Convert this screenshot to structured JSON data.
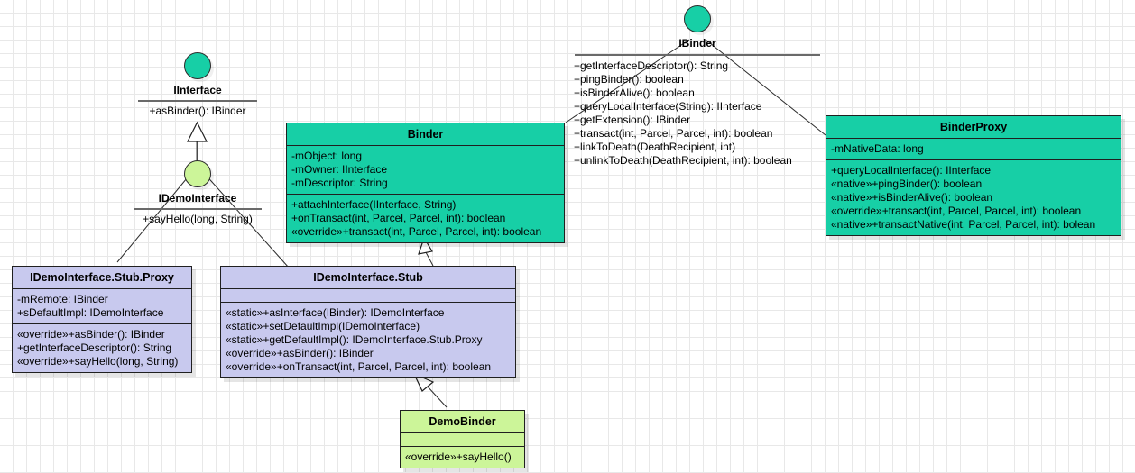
{
  "diagram": {
    "type": "uml-class-diagram",
    "title": "Android Binder IPC class diagram",
    "colors": {
      "teal_fill": "#17CFA6",
      "lavender_fill": "#C8C9EE",
      "green_fill": "#CCF599",
      "border": "#202020",
      "grid": "#e8e8e8",
      "background": "#ffffff",
      "rule": "#6a6a6a"
    }
  },
  "interfaces": [
    {
      "id": "IInterface",
      "name": "IInterface",
      "ball_color": "#17CFA6",
      "operations": [
        "+asBinder(): IBinder"
      ]
    },
    {
      "id": "IDemoInterface",
      "name": "IDemoInterface",
      "ball_color": "#CCF599",
      "operations": [
        "+sayHello(long, String)"
      ]
    },
    {
      "id": "IBinder",
      "name": "IBinder",
      "ball_color": "#17CFA6",
      "operations": [
        "+getInterfaceDescriptor(): String",
        "+pingBinder(): boolean",
        "+isBinderAlive(): boolean",
        "+queryLocalInterface(String): IInterface",
        "+getExtension(): IBinder",
        "+transact(int, Parcel, Parcel, int): boolean",
        "+linkToDeath(DeathRecipient, int)",
        "+unlinkToDeath(DeathRecipient, int): boolean"
      ]
    }
  ],
  "classes": [
    {
      "id": "Binder",
      "name": "Binder",
      "fill": "teal",
      "attributes": [
        "-mObject: long",
        "-mOwner: IInterface",
        "-mDescriptor: String"
      ],
      "operations": [
        "+attachInterface(IInterface, String)",
        "+onTransact(int, Parcel, Parcel, int): boolean",
        "«override»+transact(int, Parcel, Parcel, int): boolean"
      ]
    },
    {
      "id": "BinderProxy",
      "name": "BinderProxy",
      "fill": "teal",
      "attributes": [
        "-mNativeData: long"
      ],
      "operations": [
        "+queryLocalInterface(): IInterface",
        "«native»+pingBinder(): boolean",
        "«native»+isBinderAlive(): boolean",
        "«override»+transact(int, Parcel, Parcel, int): boolean",
        "«native»+transactNative(int, Parcel, Parcel, int): bolean"
      ]
    },
    {
      "id": "IDemoInterfaceStubProxy",
      "name": "IDemoInterface.Stub.Proxy",
      "fill": "lavender",
      "attributes": [
        "-mRemote: IBinder",
        "+sDefaultImpl: IDemoInterface"
      ],
      "operations": [
        "«override»+asBinder(): IBinder",
        "+getInterfaceDescriptor(): String",
        "«override»+sayHello(long, String)"
      ]
    },
    {
      "id": "IDemoInterfaceStub",
      "name": "IDemoInterface.Stub",
      "fill": "lavender",
      "attributes": [],
      "operations": [
        "«static»+asInterface(IBinder): IDemoInterface",
        "«static»+setDefaultImpl(IDemoInterface)",
        "«static»+getDefaultImpl(): IDemoInterface.Stub.Proxy",
        "«override»+asBinder(): IBinder",
        "«override»+onTransact(int, Parcel, Parcel, int): boolean"
      ]
    },
    {
      "id": "DemoBinder",
      "name": "DemoBinder",
      "fill": "green",
      "attributes": [],
      "operations": [
        "«override»+sayHello()"
      ]
    }
  ],
  "relations": [
    {
      "from": "IDemoInterface",
      "to": "IInterface",
      "kind": "generalization"
    },
    {
      "from": "IDemoInterfaceStubProxy",
      "to": "IDemoInterface",
      "kind": "realization"
    },
    {
      "from": "IDemoInterfaceStub",
      "to": "IDemoInterface",
      "kind": "realization"
    },
    {
      "from": "Binder",
      "to": "IBinder",
      "kind": "realization"
    },
    {
      "from": "BinderProxy",
      "to": "IBinder",
      "kind": "realization"
    },
    {
      "from": "IDemoInterfaceStub",
      "to": "Binder",
      "kind": "generalization"
    },
    {
      "from": "DemoBinder",
      "to": "IDemoInterfaceStub",
      "kind": "generalization"
    }
  ]
}
